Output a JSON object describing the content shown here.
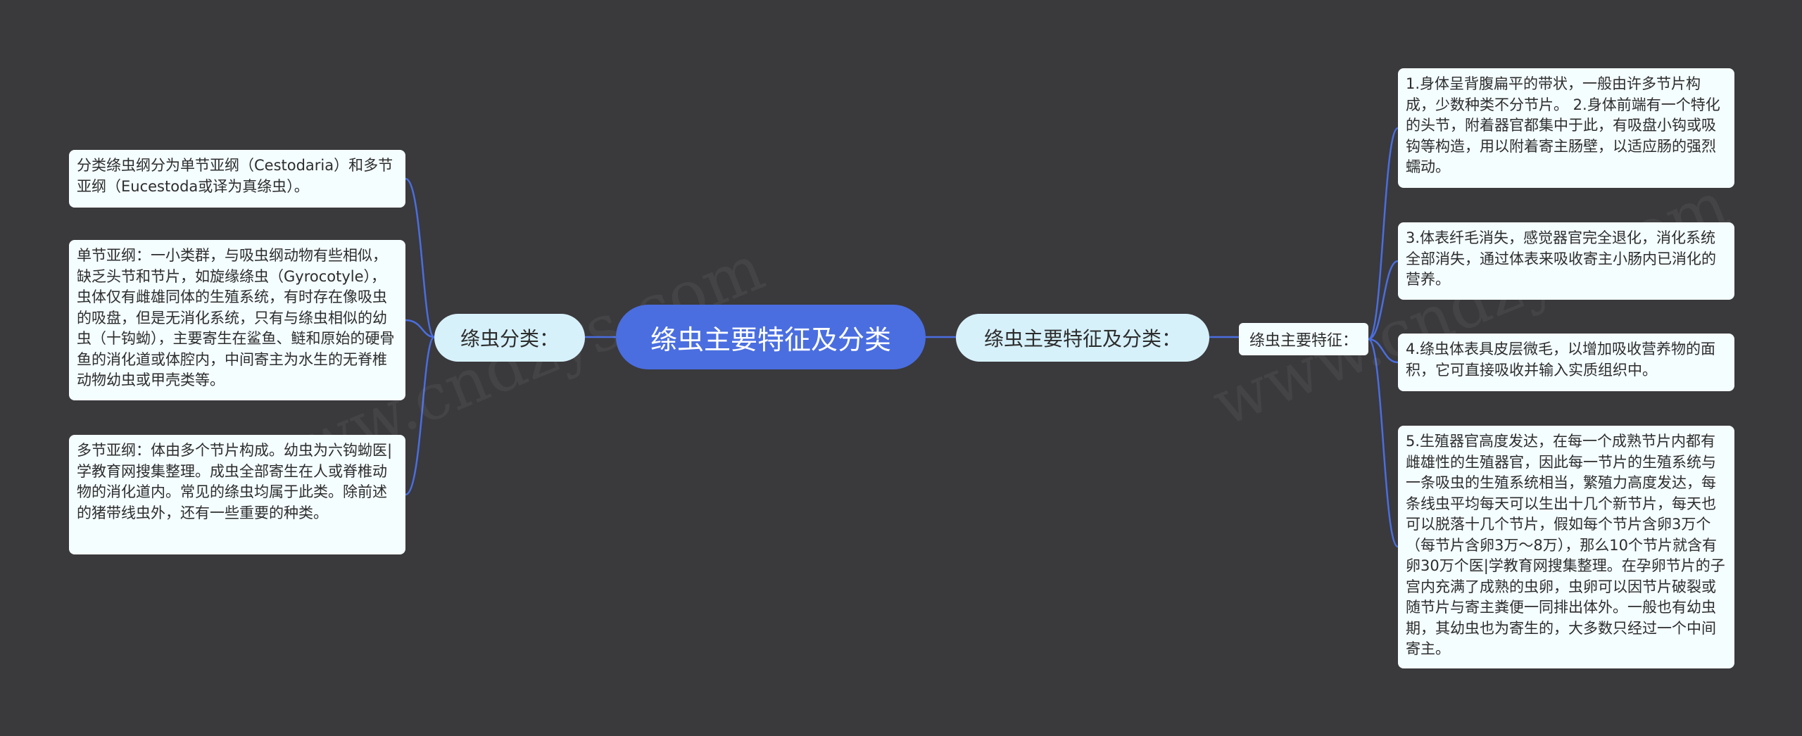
{
  "root": {
    "label": "绦虫主要特征及分类"
  },
  "left_branch": {
    "label": "绦虫分类：",
    "leaves": [
      "分类绦虫纲分为单节亚纲（Cestodaria）和多节亚纲（Eucestoda或译为真绦虫）。",
      "单节亚纲：一小类群，与吸虫纲动物有些相似，缺乏头节和节片，如旋缘绦虫（Gyrocotyle），虫体仅有雌雄同体的生殖系统，有时存在像吸虫的吸盘，但是无消化系统，只有与绦虫相似的幼虫（十钩蚴），主要寄生在鲨鱼、鲢和原始的硬骨鱼的消化道或体腔内，中间寄主为水生的无脊椎动物幼虫或甲壳类等。",
      "多节亚纲：体由多个节片构成。幼虫为六钩蚴医|学教育网搜集整理。成虫全部寄生在人或脊椎动物的消化道内。常见的绦虫均属于此类。除前述的猪带线虫外，还有一些重要的种类。"
    ]
  },
  "right_branch": {
    "label": "绦虫主要特征及分类：",
    "sub_label": "绦虫主要特征：",
    "leaves": [
      "1.身体呈背腹扁平的带状，一般由许多节片构成，少数种类不分节片。 2.身体前端有一个特化的头节，附着器官都集中于此，有吸盘小钩或吸钩等构造，用以附着寄主肠壁，以适应肠的强烈蠕动。",
      "3.体表纤毛消失，感觉器官完全退化，消化系统全部消失，通过体表来吸收寄主小肠内已消化的营养。",
      "4.绦虫体表具皮层微毛，以增加吸收营养物的面积，它可直接吸收并输入实质组织中。",
      "5.生殖器官高度发达，在每一个成熟节片内都有雌雄性的生殖器官，因此每一节片的生殖系统与一条吸虫的生殖系统相当，繁殖力高度发达，每条线虫平均每天可以生出十几个新节片，每天也可以脱落十几个节片，假如每个节片含卵3万个（每节片含卵3万～8万），那么10个节片就含有卵30万个医|学教育网搜集整理。在孕卵节片的子宫内充满了成熟的虫卵，虫卵可以因节片破裂或随节片与寄主粪便一同排出体外。一般也有幼虫期，其幼虫也为寄生的，大多数只经过一个中间寄主。"
    ]
  },
  "colors": {
    "background": "#3a393c",
    "root_fill": "#4a6ee0",
    "branch_fill": "#d7f1fb",
    "leaf_fill": "#f4fdff",
    "connector": "#4a6ee0"
  }
}
